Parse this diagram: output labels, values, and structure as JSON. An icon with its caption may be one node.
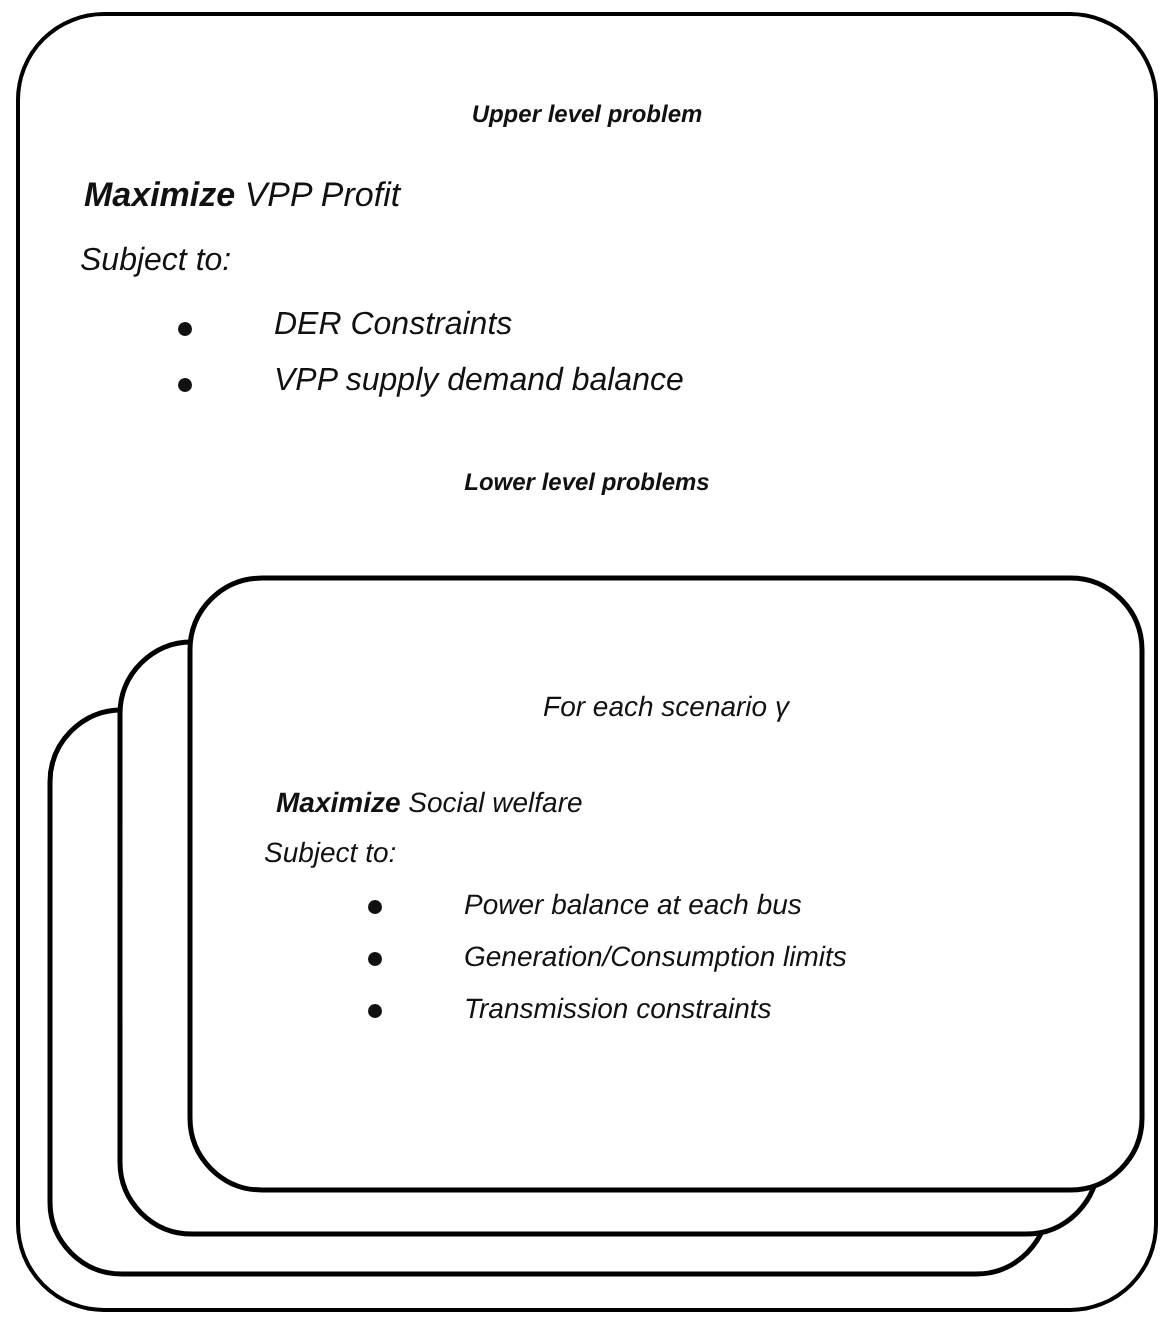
{
  "diagram": {
    "nodes": [
      {
        "text": [
          "Upper level problem",
          "**Maximize** VPP Profit",
          "Subject to:",
          "DER Constraints",
          "VPP supply demand balance",
          "Lower level problems"
        ]
      },
      {
        "text": [
          "For each scenario γ",
          "**Maximize** Social welfare",
          "Subject to:",
          "Power balance at each bus",
          "Generation/Consumption limits",
          "Transmission constraints"
        ],
        "in": 0
      }
    ],
    "edges": []
  }
}
